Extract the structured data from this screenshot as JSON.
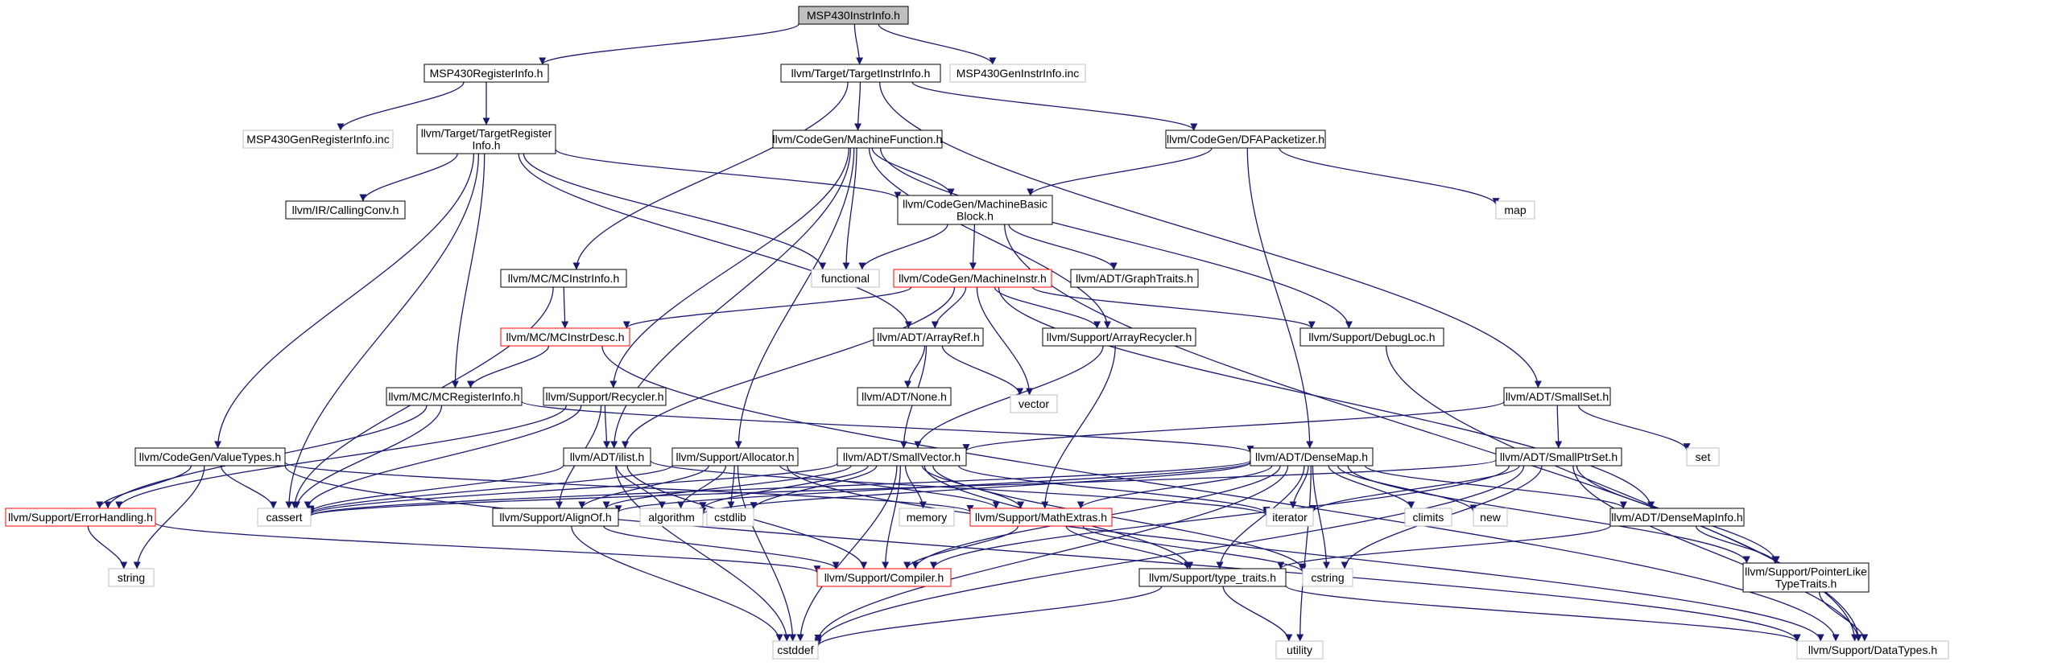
{
  "colors": {
    "edge": "#191970",
    "border_normal": "#000000",
    "border_external": "#bfbfbf",
    "border_truncated": "#ff0000",
    "fill_root": "#bfbfbf",
    "fill_default": "#ffffff"
  },
  "graph": {
    "nodes": [
      {
        "id": "root",
        "lines": [
          "MSP430InstrInfo.h"
        ],
        "kind": "root"
      },
      {
        "id": "msp_reginfo",
        "lines": [
          "MSP430RegisterInfo.h"
        ],
        "kind": "normal"
      },
      {
        "id": "target_instr",
        "lines": [
          "llvm/Target/TargetInstrInfo.h"
        ],
        "kind": "normal"
      },
      {
        "id": "msp_geninstr",
        "lines": [
          "MSP430GenInstrInfo.inc"
        ],
        "kind": "external"
      },
      {
        "id": "msp_genreg",
        "lines": [
          "MSP430GenRegisterInfo.inc"
        ],
        "kind": "external"
      },
      {
        "id": "target_reg",
        "lines": [
          "llvm/Target/TargetRegister",
          "Info.h"
        ],
        "kind": "normal"
      },
      {
        "id": "mach_func",
        "lines": [
          "llvm/CodeGen/MachineFunction.h"
        ],
        "kind": "normal"
      },
      {
        "id": "dfa",
        "lines": [
          "llvm/CodeGen/DFAPacketizer.h"
        ],
        "kind": "normal"
      },
      {
        "id": "calling",
        "lines": [
          "llvm/IR/CallingConv.h"
        ],
        "kind": "normal"
      },
      {
        "id": "mbb",
        "lines": [
          "llvm/CodeGen/MachineBasic",
          "Block.h"
        ],
        "kind": "normal"
      },
      {
        "id": "map",
        "lines": [
          "map"
        ],
        "kind": "external"
      },
      {
        "id": "functional",
        "lines": [
          "functional"
        ],
        "kind": "external"
      },
      {
        "id": "mcinstrinfo",
        "lines": [
          "llvm/MC/MCInstrInfo.h"
        ],
        "kind": "normal"
      },
      {
        "id": "machinstr",
        "lines": [
          "llvm/CodeGen/MachineInstr.h"
        ],
        "kind": "truncated"
      },
      {
        "id": "graphtraits",
        "lines": [
          "llvm/ADT/GraphTraits.h"
        ],
        "kind": "normal"
      },
      {
        "id": "mcinstrdesc",
        "lines": [
          "llvm/MC/MCInstrDesc.h"
        ],
        "kind": "truncated"
      },
      {
        "id": "arrayref",
        "lines": [
          "llvm/ADT/ArrayRef.h"
        ],
        "kind": "normal"
      },
      {
        "id": "arrayrecycler",
        "lines": [
          "llvm/Support/ArrayRecycler.h"
        ],
        "kind": "normal"
      },
      {
        "id": "debugloc",
        "lines": [
          "llvm/Support/DebugLoc.h"
        ],
        "kind": "normal"
      },
      {
        "id": "mcreginfo",
        "lines": [
          "llvm/MC/MCRegisterInfo.h"
        ],
        "kind": "normal"
      },
      {
        "id": "recycler",
        "lines": [
          "llvm/Support/Recycler.h"
        ],
        "kind": "normal"
      },
      {
        "id": "nonedh",
        "lines": [
          "llvm/ADT/None.h"
        ],
        "kind": "normal"
      },
      {
        "id": "vector",
        "lines": [
          "vector"
        ],
        "kind": "external"
      },
      {
        "id": "smallset",
        "lines": [
          "llvm/ADT/SmallSet.h"
        ],
        "kind": "normal"
      },
      {
        "id": "set",
        "lines": [
          "set"
        ],
        "kind": "external"
      },
      {
        "id": "valuetypes",
        "lines": [
          "llvm/CodeGen/ValueTypes.h"
        ],
        "kind": "normal"
      },
      {
        "id": "ilist",
        "lines": [
          "llvm/ADT/ilist.h"
        ],
        "kind": "normal"
      },
      {
        "id": "allocator",
        "lines": [
          "llvm/Support/Allocator.h"
        ],
        "kind": "normal"
      },
      {
        "id": "smallvector",
        "lines": [
          "llvm/ADT/SmallVector.h"
        ],
        "kind": "normal"
      },
      {
        "id": "densemap",
        "lines": [
          "llvm/ADT/DenseMap.h"
        ],
        "kind": "normal"
      },
      {
        "id": "smallptrset",
        "lines": [
          "llvm/ADT/SmallPtrSet.h"
        ],
        "kind": "normal"
      },
      {
        "id": "errorhandling",
        "lines": [
          "llvm/Support/ErrorHandling.h"
        ],
        "kind": "truncated"
      },
      {
        "id": "cassert",
        "lines": [
          "cassert"
        ],
        "kind": "external"
      },
      {
        "id": "alignof",
        "lines": [
          "llvm/Support/AlignOf.h"
        ],
        "kind": "normal"
      },
      {
        "id": "algorithm",
        "lines": [
          "algorithm"
        ],
        "kind": "external"
      },
      {
        "id": "cstdlib",
        "lines": [
          "cstdlib"
        ],
        "kind": "external"
      },
      {
        "id": "memory",
        "lines": [
          "memory"
        ],
        "kind": "external"
      },
      {
        "id": "mathextras",
        "lines": [
          "llvm/Support/MathExtras.h"
        ],
        "kind": "truncated"
      },
      {
        "id": "iterator",
        "lines": [
          "iterator"
        ],
        "kind": "external"
      },
      {
        "id": "climits",
        "lines": [
          "climits"
        ],
        "kind": "external"
      },
      {
        "id": "newh",
        "lines": [
          "new"
        ],
        "kind": "external"
      },
      {
        "id": "densemapinfo",
        "lines": [
          "llvm/ADT/DenseMapInfo.h"
        ],
        "kind": "normal"
      },
      {
        "id": "string",
        "lines": [
          "string"
        ],
        "kind": "external"
      },
      {
        "id": "compiler",
        "lines": [
          "llvm/Support/Compiler.h"
        ],
        "kind": "truncated"
      },
      {
        "id": "typetraits",
        "lines": [
          "llvm/Support/type_traits.h"
        ],
        "kind": "normal"
      },
      {
        "id": "cstring",
        "lines": [
          "cstring"
        ],
        "kind": "external"
      },
      {
        "id": "pointerlike",
        "lines": [
          "llvm/Support/PointerLike",
          "TypeTraits.h"
        ],
        "kind": "normal"
      },
      {
        "id": "cstddef",
        "lines": [
          "cstddef"
        ],
        "kind": "external"
      },
      {
        "id": "utility",
        "lines": [
          "utility"
        ],
        "kind": "external"
      },
      {
        "id": "datatypes",
        "lines": [
          "llvm/Support/DataTypes.h"
        ],
        "kind": "external"
      }
    ],
    "edges": [
      [
        "root",
        "msp_reginfo"
      ],
      [
        "root",
        "target_instr"
      ],
      [
        "root",
        "msp_geninstr"
      ],
      [
        "msp_reginfo",
        "msp_genreg"
      ],
      [
        "msp_reginfo",
        "target_reg"
      ],
      [
        "target_instr",
        "mach_func"
      ],
      [
        "target_instr",
        "dfa"
      ],
      [
        "target_instr",
        "mcinstrinfo"
      ],
      [
        "target_instr",
        "smallset"
      ],
      [
        "target_reg",
        "calling"
      ],
      [
        "target_reg",
        "mbb"
      ],
      [
        "target_reg",
        "functional"
      ],
      [
        "target_reg",
        "arrayref"
      ],
      [
        "target_reg",
        "mcreginfo"
      ],
      [
        "target_reg",
        "valuetypes"
      ],
      [
        "target_reg",
        "cassert"
      ],
      [
        "mach_func",
        "mbb"
      ],
      [
        "mach_func",
        "arrayrecycler"
      ],
      [
        "mach_func",
        "debugloc"
      ],
      [
        "mach_func",
        "recycler"
      ],
      [
        "mach_func",
        "ilist"
      ],
      [
        "mach_func",
        "allocator"
      ],
      [
        "mach_func",
        "functional"
      ],
      [
        "dfa",
        "mbb"
      ],
      [
        "dfa",
        "densemap"
      ],
      [
        "dfa",
        "map"
      ],
      [
        "mbb",
        "functional"
      ],
      [
        "mbb",
        "machinstr"
      ],
      [
        "mbb",
        "graphtraits"
      ],
      [
        "mbb",
        "datatypes"
      ],
      [
        "mcinstrinfo",
        "mcinstrdesc"
      ],
      [
        "mcinstrinfo",
        "cassert"
      ],
      [
        "machinstr",
        "mcinstrdesc"
      ],
      [
        "machinstr",
        "arrayref"
      ],
      [
        "machinstr",
        "arrayrecycler"
      ],
      [
        "machinstr",
        "debugloc"
      ],
      [
        "machinstr",
        "ilist"
      ],
      [
        "machinstr",
        "vector"
      ],
      [
        "machinstr",
        "densemapinfo"
      ],
      [
        "mcinstrdesc",
        "mcreginfo"
      ],
      [
        "mcinstrdesc",
        "datatypes"
      ],
      [
        "arrayref",
        "nonedh"
      ],
      [
        "arrayref",
        "smallvector"
      ],
      [
        "arrayref",
        "vector"
      ],
      [
        "arrayrecycler",
        "smallvector"
      ],
      [
        "arrayrecycler",
        "mathextras"
      ],
      [
        "debugloc",
        "datatypes"
      ],
      [
        "mcreginfo",
        "errorhandling"
      ],
      [
        "mcreginfo",
        "densemap"
      ],
      [
        "mcreginfo",
        "cassert"
      ],
      [
        "recycler",
        "alignof"
      ],
      [
        "recycler",
        "ilist"
      ],
      [
        "recycler",
        "errorhandling"
      ],
      [
        "recycler",
        "cassert"
      ],
      [
        "smallset",
        "smallptrset"
      ],
      [
        "smallset",
        "smallvector"
      ],
      [
        "smallset",
        "set"
      ],
      [
        "valuetypes",
        "errorhandling"
      ],
      [
        "valuetypes",
        "mathextras"
      ],
      [
        "valuetypes",
        "cassert"
      ],
      [
        "valuetypes",
        "string"
      ],
      [
        "valuetypes",
        "datatypes"
      ],
      [
        "ilist",
        "algorithm"
      ],
      [
        "ilist",
        "cassert"
      ],
      [
        "ilist",
        "cstddef"
      ],
      [
        "ilist",
        "iterator"
      ],
      [
        "ilist",
        "compiler"
      ],
      [
        "allocator",
        "alignof"
      ],
      [
        "allocator",
        "mathextras"
      ],
      [
        "allocator",
        "cassert"
      ],
      [
        "allocator",
        "cstdlib"
      ],
      [
        "allocator",
        "cstddef"
      ],
      [
        "allocator",
        "algorithm"
      ],
      [
        "allocator",
        "datatypes"
      ],
      [
        "smallvector",
        "alignof"
      ],
      [
        "smallvector",
        "compiler"
      ],
      [
        "smallvector",
        "mathextras"
      ],
      [
        "smallvector",
        "type_traits"
      ],
      [
        "smallvector",
        "algorithm"
      ],
      [
        "smallvector",
        "cassert"
      ],
      [
        "smallvector",
        "cstddef"
      ],
      [
        "smallvector",
        "cstdlib"
      ],
      [
        "smallvector",
        "cstring"
      ],
      [
        "smallvector",
        "iterator"
      ],
      [
        "smallvector",
        "memory"
      ],
      [
        "densemap",
        "densemapinfo"
      ],
      [
        "densemap",
        "alignof"
      ],
      [
        "densemap",
        "compiler"
      ],
      [
        "densemap",
        "mathextras"
      ],
      [
        "densemap",
        "pointerlike"
      ],
      [
        "densemap",
        "typetraits"
      ],
      [
        "densemap",
        "algorithm"
      ],
      [
        "densemap",
        "cassert"
      ],
      [
        "densemap",
        "climits"
      ],
      [
        "densemap",
        "cstddef"
      ],
      [
        "densemap",
        "cstring"
      ],
      [
        "densemap",
        "iterator"
      ],
      [
        "densemap",
        "newh"
      ],
      [
        "densemap",
        "utility"
      ],
      [
        "smallptrset",
        "compiler"
      ],
      [
        "smallptrset",
        "datatypes"
      ],
      [
        "smallptrset",
        "pointerlike"
      ],
      [
        "smallptrset",
        "cassert"
      ],
      [
        "smallptrset",
        "cstddef"
      ],
      [
        "smallptrset",
        "cstring"
      ],
      [
        "smallptrset",
        "iterator"
      ],
      [
        "errorhandling",
        "compiler"
      ],
      [
        "errorhandling",
        "string"
      ],
      [
        "alignof",
        "compiler"
      ],
      [
        "alignof",
        "cstddef"
      ],
      [
        "mathextras",
        "compiler"
      ],
      [
        "mathextras",
        "typetraits"
      ],
      [
        "mathextras",
        "cstring"
      ],
      [
        "densemapinfo",
        "pointerlike"
      ],
      [
        "densemapinfo",
        "typetraits"
      ],
      [
        "typetraits",
        "datatypes"
      ],
      [
        "typetraits",
        "utility"
      ],
      [
        "typetraits",
        "cstddef"
      ],
      [
        "pointerlike",
        "datatypes"
      ]
    ]
  }
}
